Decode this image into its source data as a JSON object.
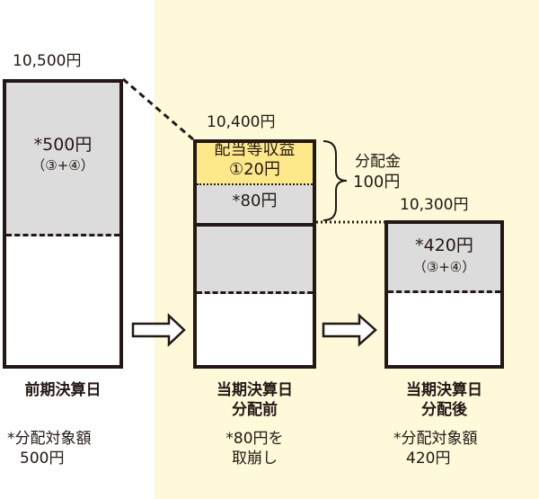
{
  "colors": {
    "gray": "#dcdcdc",
    "yellow": "#fde98a",
    "cream": "#fdf9d9"
  },
  "left": {
    "total": "10,500円",
    "inner": "*500円",
    "inner_sub": "（③+④）",
    "label": "前期決算日",
    "note1": "*分配対象額",
    "note2": "500円"
  },
  "middle": {
    "total": "10,400円",
    "income1": "配当等収益",
    "income2": "①20円",
    "withdraw": "*80円",
    "label1": "当期決算日",
    "label2": "分配前",
    "note1": "*80円を",
    "note2": "取崩し"
  },
  "brace": {
    "label1": "分配金",
    "label2": "100円"
  },
  "right": {
    "total": "10,300円",
    "inner": "*420円",
    "inner_sub": "（③+④）",
    "label1": "当期決算日",
    "label2": "分配後",
    "note1": "*分配対象額",
    "note2": "420円"
  }
}
